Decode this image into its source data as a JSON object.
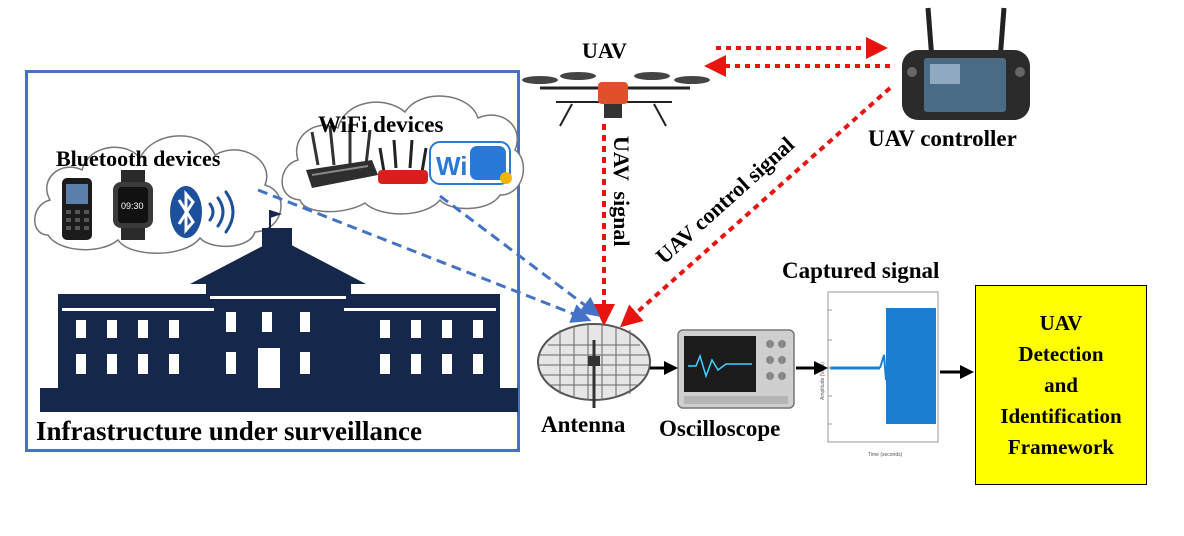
{
  "labels": {
    "uav": "UAV",
    "uav_controller": "UAV controller",
    "uav_signal": "UAV  signal",
    "uav_control_signal": "UAV control signal",
    "wifi_devices": "WiFi devices",
    "bluetooth_devices": "Bluetooth devices",
    "infrastructure": "Infrastructure under surveillance",
    "antenna": "Antenna",
    "oscilloscope": "Oscilloscope",
    "captured_signal": "Captured signal",
    "wifi_logo_text": "Wi Fi",
    "watch_time": "09:30"
  },
  "framework": {
    "line1": "UAV",
    "line2": "Detection",
    "line3": "and",
    "line4": "Identification",
    "line5": "Framework"
  },
  "plot": {
    "y_axis_label": "Amplitude (Volts)",
    "x_axis_label": "Time (seconds)"
  },
  "colors": {
    "panel_border": "#4472c4",
    "building": "#15284b",
    "uav_arrows": "#e8140f",
    "device_arrows": "#4472c4",
    "framework_fill": "#ffff00",
    "signal": "#1a7fd1"
  },
  "icons": [
    "drone-icon",
    "uav-controller-icon",
    "router-icon",
    "wifi-logo-icon",
    "phone-icon",
    "smartwatch-icon",
    "bluetooth-icon",
    "signal-waves-icon",
    "building-icon",
    "grid-antenna-icon",
    "oscilloscope-icon",
    "signal-plot-icon"
  ]
}
